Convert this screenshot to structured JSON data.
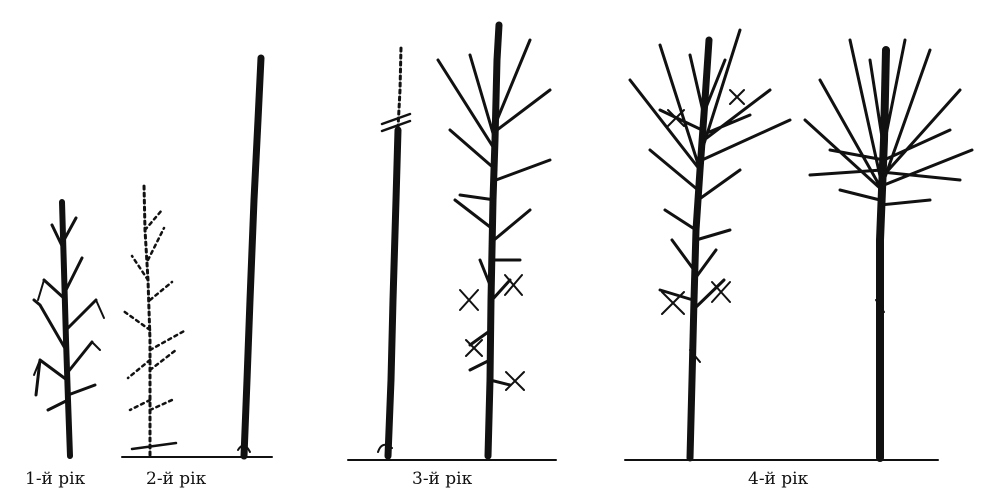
{
  "stages": [
    {
      "id": "year-1",
      "label": "1-й рік"
    },
    {
      "id": "year-2",
      "label": "2-й рік"
    },
    {
      "id": "year-3",
      "label": "3-й рік"
    },
    {
      "id": "year-4",
      "label": "4-й рік"
    }
  ],
  "colors": {
    "ink": "#111111",
    "background": "#ffffff"
  }
}
